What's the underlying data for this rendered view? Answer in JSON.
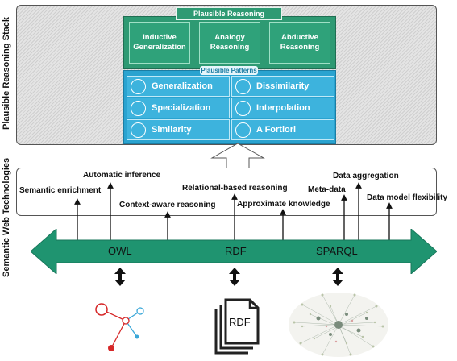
{
  "side_labels": {
    "stack": "Plausible Reasoning Stack",
    "web": "Semantic Web Technologies"
  },
  "approaches": {
    "title": "Plausible Reasoning Approaches",
    "items": [
      {
        "line1": "Inductive",
        "line2": "Generalization"
      },
      {
        "line1": "Analogy",
        "line2": "Reasoning"
      },
      {
        "line1": "Abductive",
        "line2": "Reasoning"
      }
    ]
  },
  "patterns": {
    "title": "Plausible Patterns",
    "items": [
      {
        "label": "Generalization",
        "icon": "generalization-icon"
      },
      {
        "label": "Dissimilarity",
        "icon": "dissimilarity-icon"
      },
      {
        "label": "Specialization",
        "icon": "specialization-icon"
      },
      {
        "label": "Interpolation",
        "icon": "interpolation-icon"
      },
      {
        "label": "Similarity",
        "icon": "similarity-icon"
      },
      {
        "label": "A Fortiori",
        "icon": "a-fortiori-icon"
      }
    ]
  },
  "capabilities": [
    "Semantic enrichment",
    "Automatic inference",
    "Context-aware reasoning",
    "Relational-based reasoning",
    "Approximate knowledge",
    "Meta-data",
    "Data aggregation",
    "Data model flexibility"
  ],
  "technologies": [
    "OWL",
    "RDF",
    "SPARQL"
  ],
  "rdf_document_label": "RDF",
  "colors": {
    "approach_green": "#2e9a73",
    "pattern_blue": "#2aa3d0",
    "arrow_green": "#1f9470",
    "graph_red": "#d62728",
    "graph_cyan": "#3aa7d8"
  }
}
